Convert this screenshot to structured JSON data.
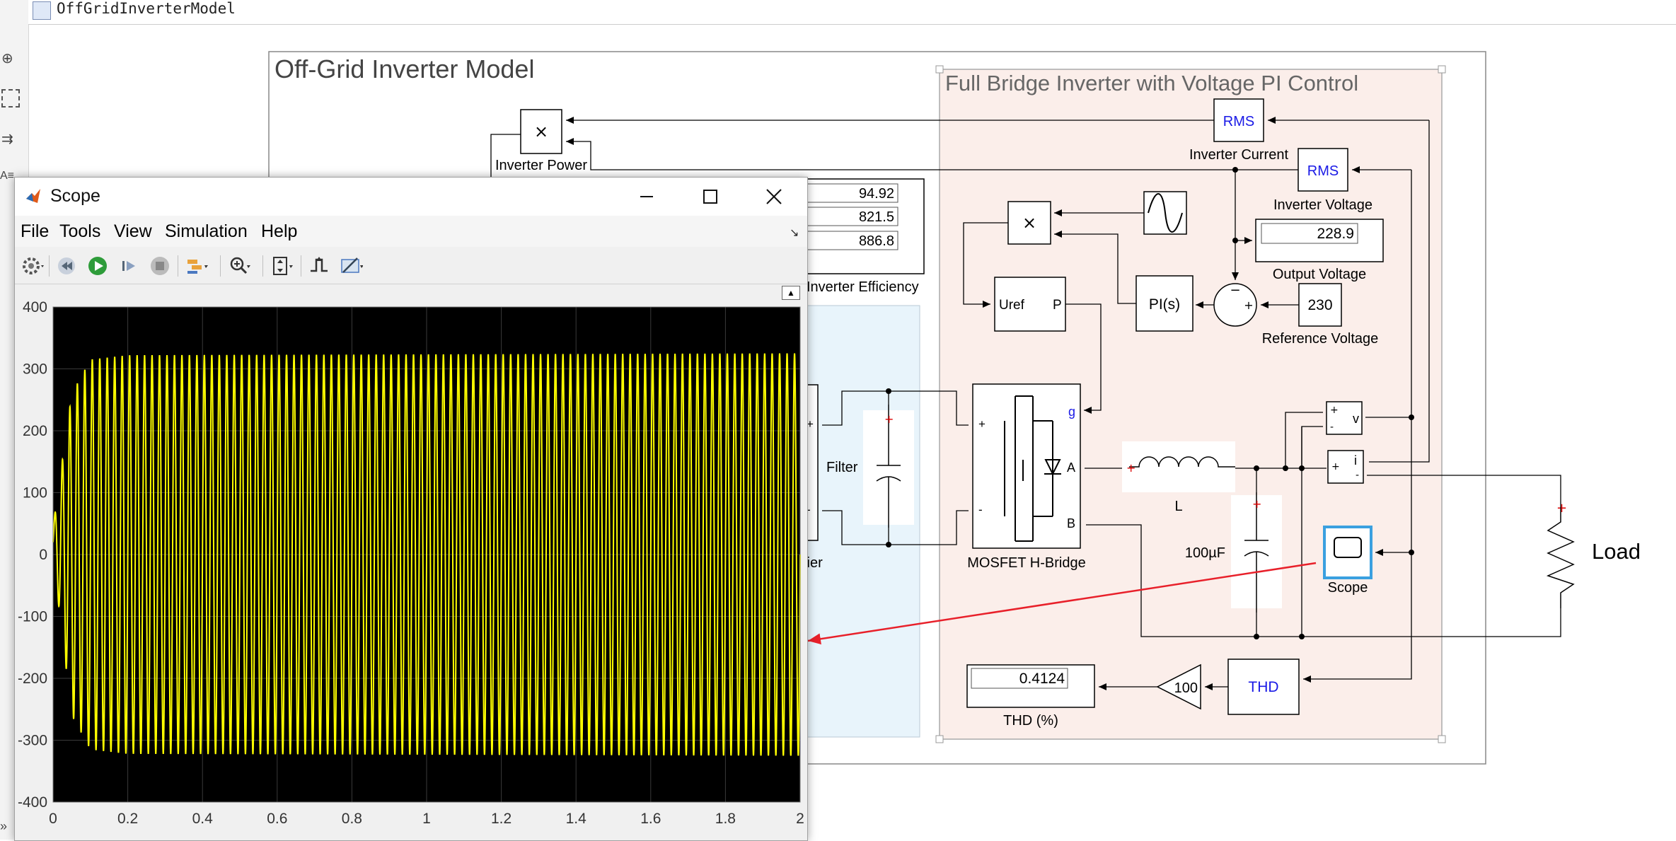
{
  "model_window": {
    "title": "OffGridInverterModel",
    "model_title": "Off-Grid Inverter Model",
    "subsystem_title": "Full Bridge Inverter with Voltage PI Control"
  },
  "blocks": {
    "inverter_power_label": "Inverter Power",
    "product_symbol": "×",
    "rms_label": "RMS",
    "inverter_current_label": "Inverter Current",
    "inverter_voltage_label": "Inverter Voltage",
    "display_power_1": "94.92",
    "display_power_2": "821.5",
    "display_power_3": "886.8",
    "inverter_efficiency_label": "Inverter Efficiency",
    "output_voltage_value": "228.9",
    "output_voltage_label": "Output Voltage",
    "reference_voltage_value": "230",
    "reference_voltage_label": "Reference Voltage",
    "pi_label": "PI(s)",
    "uref_label": "Uref",
    "p_label": "P",
    "filter_label": "Filter",
    "rectifier_label_tail": "fier",
    "hbridge_label": "MOSFET H-Bridge",
    "port_g": "g",
    "port_a": "A",
    "port_b": "B",
    "port_plus": "+",
    "port_minus": "-",
    "inductor_label": "L",
    "capacitor_label": "100µF",
    "scope_block_label": "Scope",
    "load_label": "Load",
    "v_meas": "v",
    "i_meas": "i",
    "thd_value": "0.4124",
    "thd_label": "THD (%)",
    "thd_block": "THD",
    "gain_value": "100"
  },
  "scope_window": {
    "title": "Scope",
    "menu": [
      "File",
      "Tools",
      "View",
      "Simulation",
      "Help"
    ],
    "toolbar_icons": [
      "settings-icon",
      "rewind-icon",
      "run-icon",
      "step-forward-icon",
      "stop-icon",
      "highlight-icon",
      "zoom-in-icon",
      "autoscale-icon",
      "triggers-icon",
      "cursor-measure-icon"
    ]
  },
  "chart_data": {
    "type": "line",
    "title": "",
    "xlabel": "",
    "ylabel": "",
    "x_ticks": [
      "0",
      "0.2",
      "0.4",
      "0.6",
      "0.8",
      "1",
      "1.2",
      "1.4",
      "1.6",
      "1.8",
      "2"
    ],
    "y_ticks": [
      "400",
      "300",
      "200",
      "100",
      "0",
      "-100",
      "-200",
      "-300",
      "-400"
    ],
    "xlim": [
      0,
      2
    ],
    "ylim": [
      -400,
      400
    ],
    "grid": true,
    "background": "#000000",
    "series": [
      {
        "color": "#ffff00",
        "frequency_hz": 50,
        "steady_amplitude": 323,
        "envelope_points": [
          [
            0,
            25
          ],
          [
            0.02,
            120
          ],
          [
            0.05,
            260
          ],
          [
            0.1,
            315
          ],
          [
            0.2,
            322
          ],
          [
            2.0,
            325
          ]
        ]
      }
    ]
  },
  "colors": {
    "subsystem_fill": "#fbeeea",
    "rectifier_area_fill": "#e8f4fb",
    "trace": "#ffff00",
    "signal_arrow": "#e8202a",
    "block_text_blue": "#1a1ae6"
  }
}
